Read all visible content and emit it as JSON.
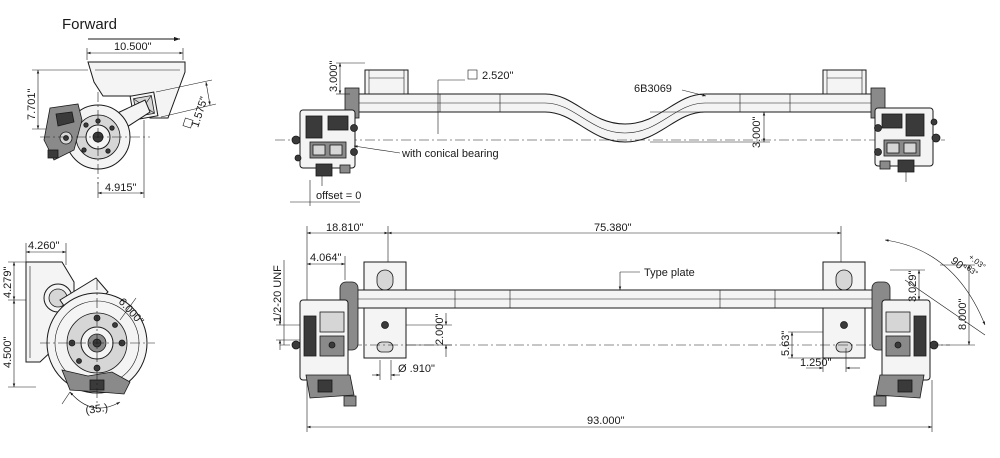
{
  "header": {
    "forward_label": "Forward"
  },
  "side_view_top": {
    "dim_width": "10.500\"",
    "dim_height": "7.701\"",
    "dim_offset": "4.915\"",
    "dim_square": "1.575\""
  },
  "front_view_top": {
    "dim_clearance": "3.000\"",
    "dim_tube_square": "2.520\"",
    "part_number": "6B3069",
    "dim_drop": "3.000\"",
    "note_bearing": "with conical bearing",
    "note_offset": "offset = 0"
  },
  "side_view_bottom": {
    "dim_width": "4.260\"",
    "dim_upper": "4.279\"",
    "dim_lower": "4.500\"",
    "dim_bolt_circle": "6.000\"",
    "dim_angle": "(35.)"
  },
  "front_view_bottom": {
    "dim_left_offset": "18.810\"",
    "dim_center": "75.380\"",
    "dim_inner": "4.064\"",
    "dim_thread": "1/2-20 UNF",
    "label_type_plate": "Type plate",
    "dim_slot_height": "2.000\"",
    "dim_hole": "Ø .910\"",
    "dim_angle": "90°",
    "dim_angle_tol_plus": "+.03°",
    "dim_angle_tol_minus": "-.03°",
    "dim_right_height": "3.029\"",
    "dim_total_height": "8.000\"",
    "dim_small_height": "5.63\"",
    "dim_small_width": "1.250\"",
    "dim_total_length": "93.000\""
  }
}
